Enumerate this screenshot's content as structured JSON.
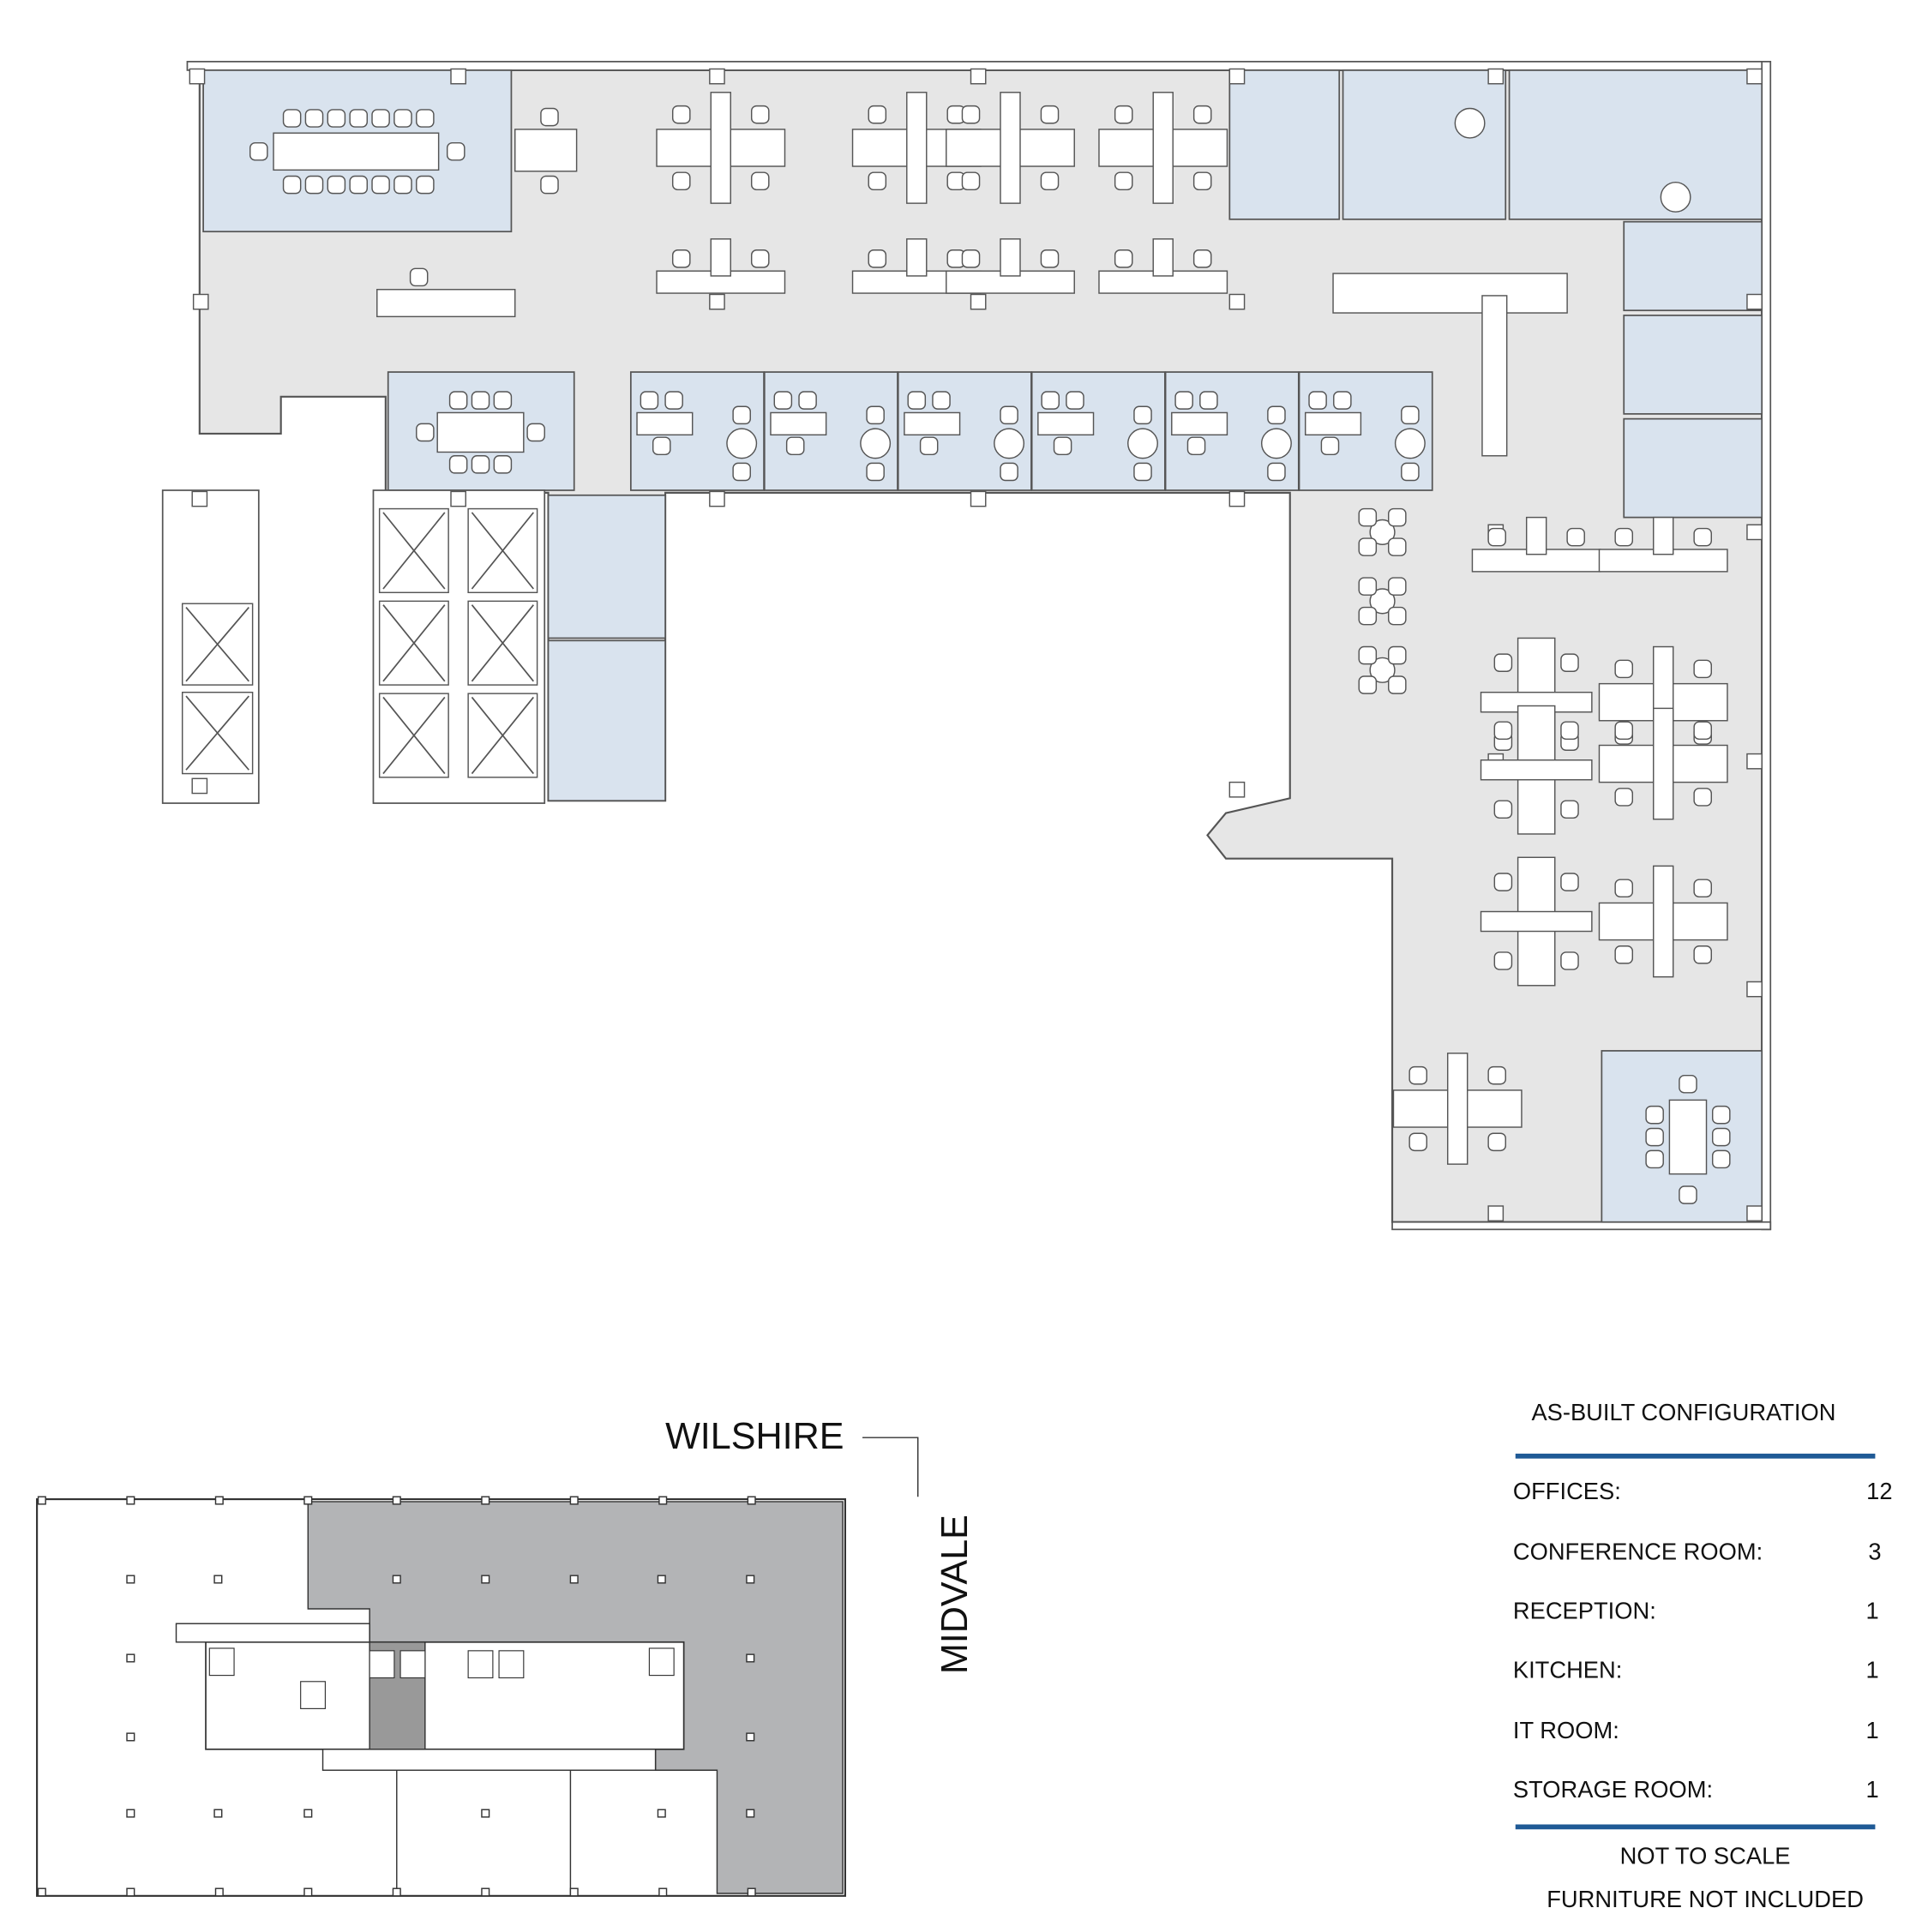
{
  "legend": {
    "title": "AS-BUILT CONFIGURATION",
    "rows": [
      {
        "label": "OFFICES:",
        "value": "12"
      },
      {
        "label": "CONFERENCE ROOM:",
        "value": "3"
      },
      {
        "label": "RECEPTION:",
        "value": "1"
      },
      {
        "label": "KITCHEN:",
        "value": "1"
      },
      {
        "label": "IT ROOM:",
        "value": "1"
      },
      {
        "label": "STORAGE ROOM:",
        "value": "1"
      }
    ],
    "note_scale": "NOT TO SCALE",
    "note_furniture": "FURNITURE NOT INCLUDED",
    "rule_color": "#1f5a96"
  },
  "key_plan": {
    "street_north": "WILSHIRE",
    "street_east": "MIDVALE",
    "highlight_color": "#b3b4b6"
  },
  "colors": {
    "floor": "#e6e6e6",
    "room": "#d9e3ee",
    "line": "#555555"
  }
}
